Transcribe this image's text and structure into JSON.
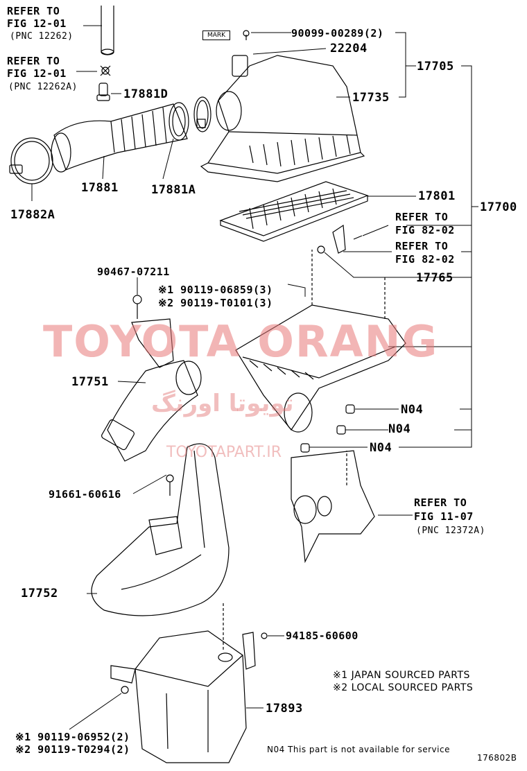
{
  "diagram_code": "176802B",
  "watermarks": {
    "brand": "TOYOTA ORANG",
    "arabic": "تویوتا اورنگ",
    "url": "TOYOTAPART.IR"
  },
  "mark_label": "MARK",
  "refs": {
    "ref1": [
      "REFER TO",
      "FIG 12-01",
      "(PNC 12262)"
    ],
    "ref2": [
      "REFER TO",
      "FIG 12-01",
      "(PNC 12262A)"
    ],
    "ref3": [
      "REFER TO",
      "FIG 82-02"
    ],
    "ref4": [
      "REFER TO",
      "FIG 82-02"
    ],
    "ref5": [
      "REFER TO",
      "FIG 11-07",
      "(PNC 12372A)"
    ]
  },
  "parts": {
    "p90099": "90099-00289(2)",
    "p22204": "22204",
    "p17705": "17705",
    "p17735": "17735",
    "p17881D": "17881D",
    "p17881": "17881",
    "p17881A": "17881A",
    "p17882A": "17882A",
    "p17801": "17801",
    "p17700": "17700",
    "p17765": "17765",
    "p90467": "90467-07211",
    "p90119a1": "※1 90119-06859(3)",
    "p90119a2": "※2 90119-T0101(3)",
    "p17751": "17751",
    "pN04a": "N04",
    "pN04b": "N04",
    "pN04c": "N04",
    "p91661": "91661-60616",
    "p17752": "17752",
    "p94185": "94185-60600",
    "p17893": "17893",
    "p90119b1": "※1 90119-06952(2)",
    "p90119b2": "※2 90119-T0294(2)"
  },
  "legend": {
    "l1": "※1 JAPAN SOURCED PARTS",
    "l2": "※2 LOCAL SOURCED PARTS",
    "n04": "N04  This part is not available for service"
  }
}
